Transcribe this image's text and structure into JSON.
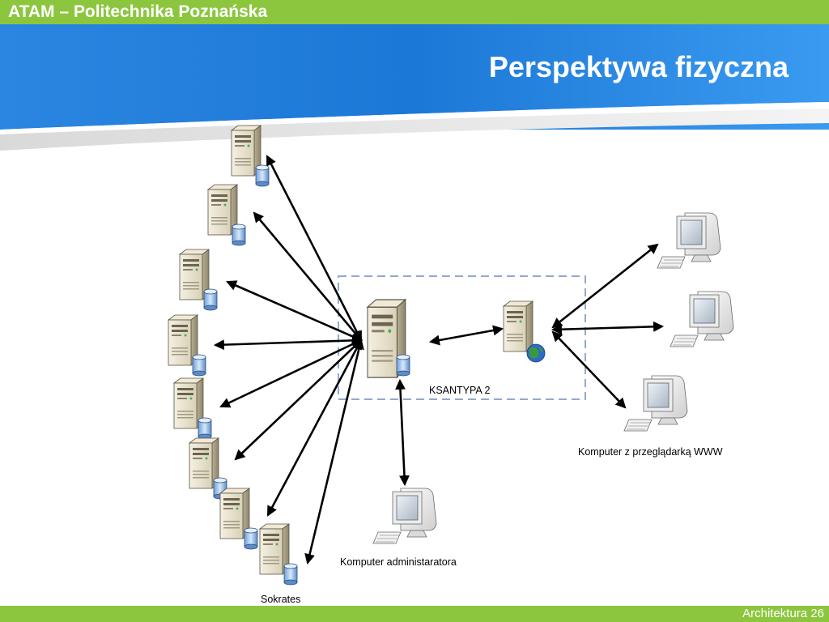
{
  "header": {
    "course": "ATAM – Politechnika Poznańska",
    "title": "Perspektywa fizyczna"
  },
  "footer": {
    "slide": "Architektura 26"
  },
  "diagram": {
    "hub_label": "KSANTYPA 2",
    "admin_label": "Komputer administaratora",
    "browser_label": "Komputer z przeglądarką WWW",
    "db_server_label": "Sokrates"
  },
  "colors": {
    "green_bar": "#8cc63e",
    "blue_band": "#2f8de4",
    "dashed_box": "#8faad0"
  }
}
